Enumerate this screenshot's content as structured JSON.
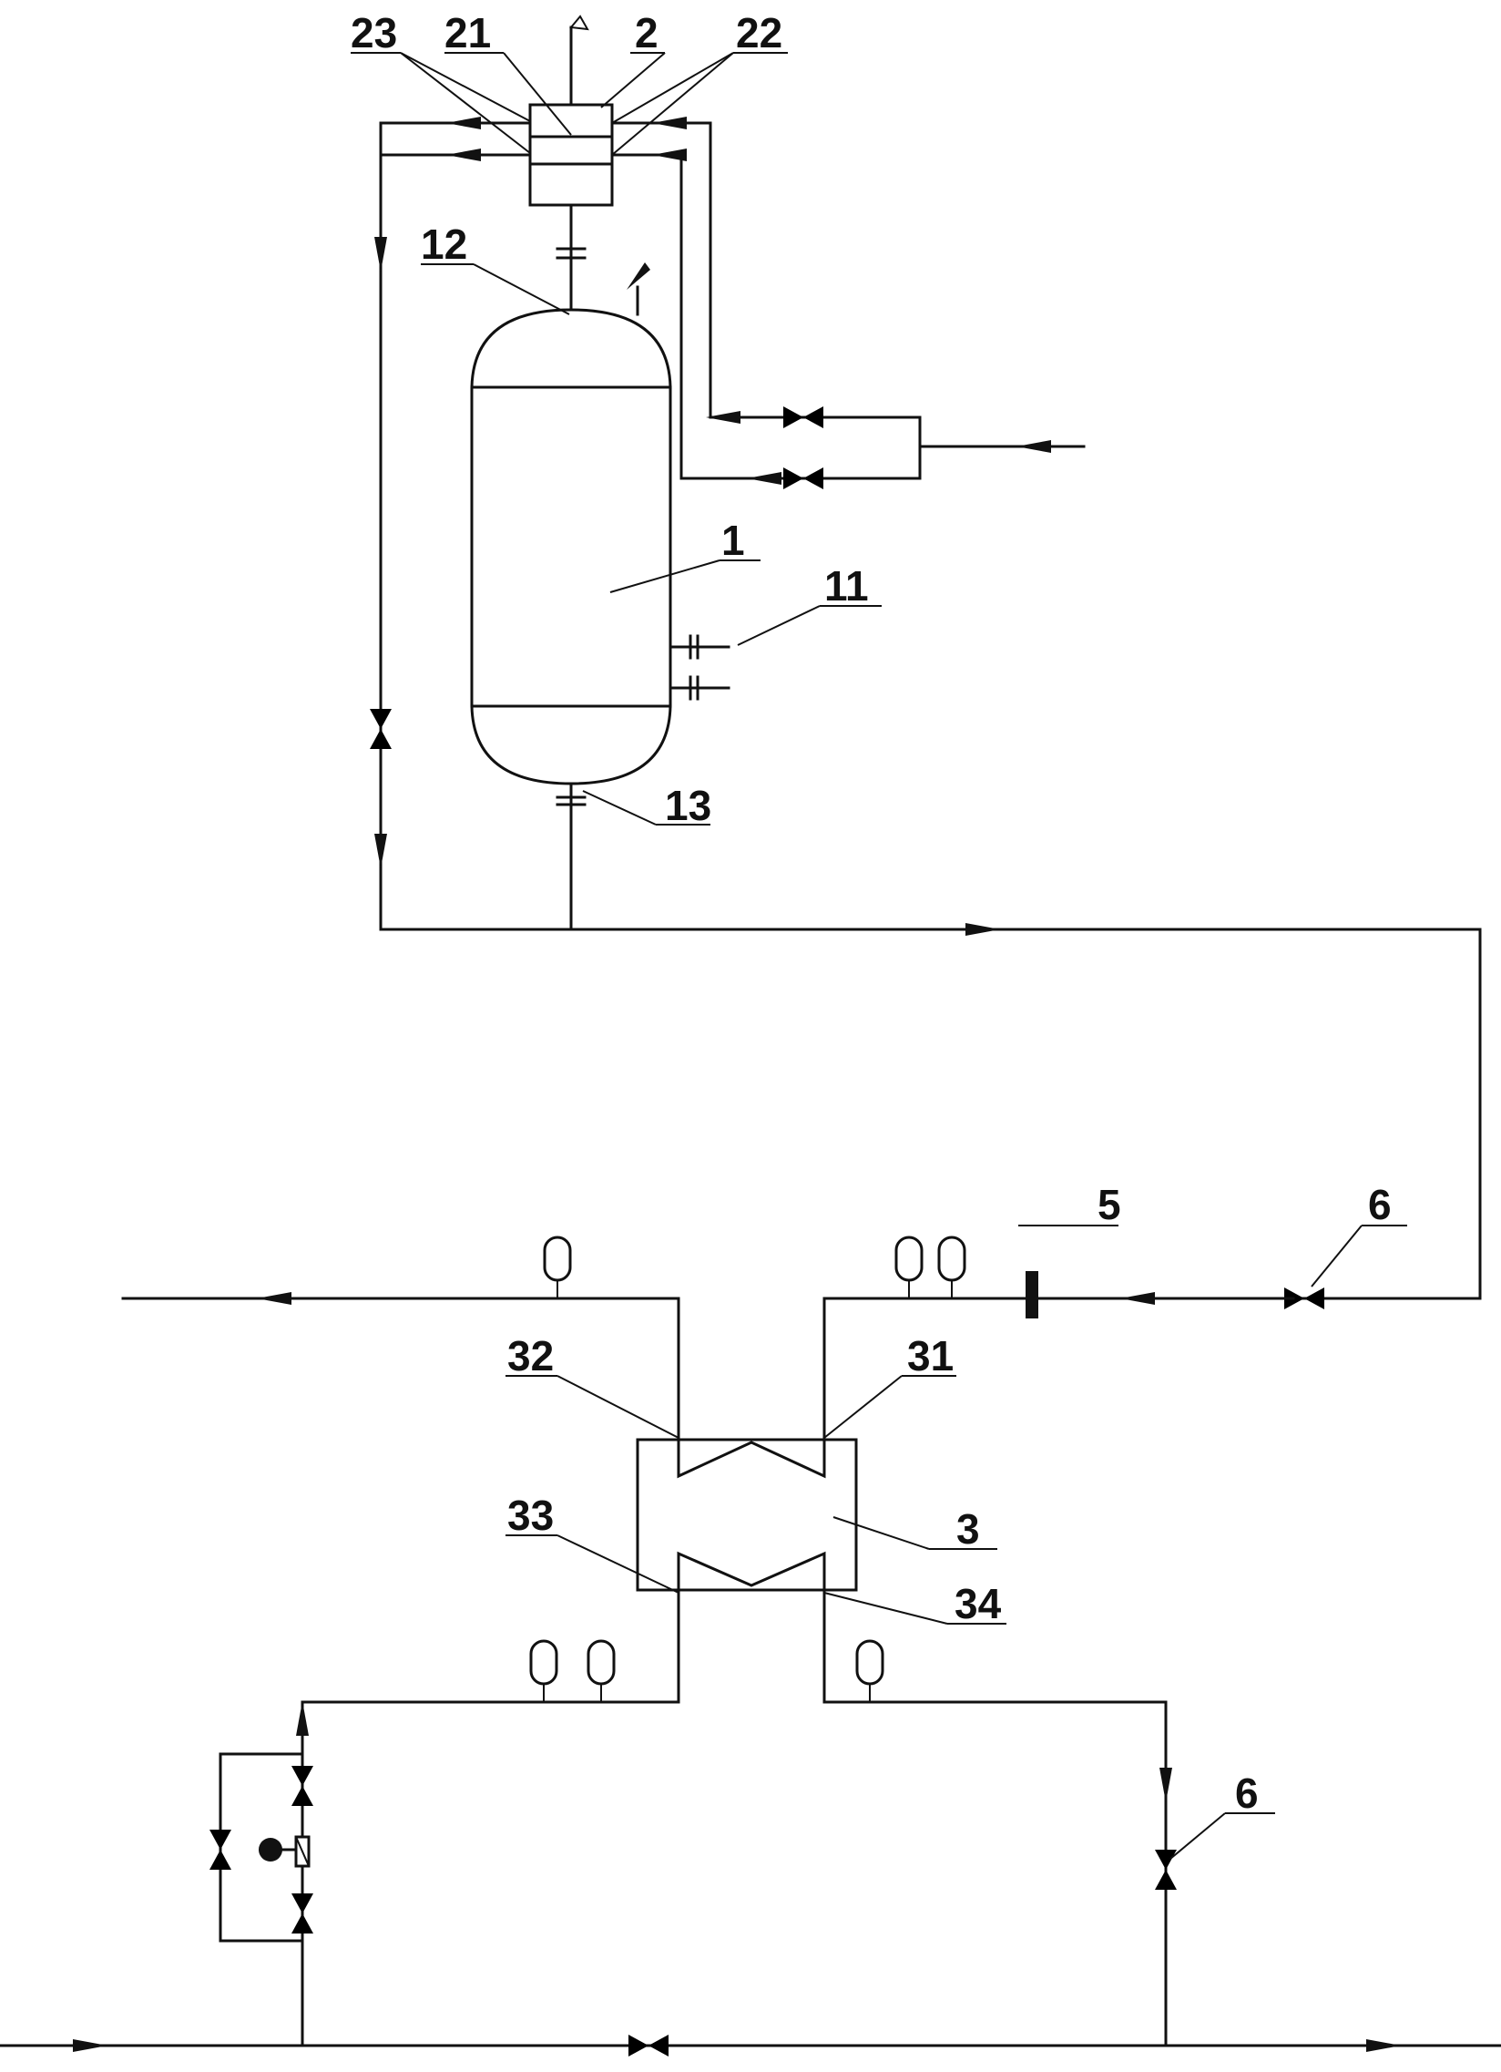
{
  "labels": {
    "l1": "1",
    "l2": "2",
    "l3": "3",
    "l5": "5",
    "l6a": "6",
    "l6b": "6",
    "l11": "11",
    "l12": "12",
    "l13": "13",
    "l21": "21",
    "l22": "22",
    "l23": "23",
    "l31": "31",
    "l32": "32",
    "l33": "33",
    "l34": "34"
  },
  "colors": {
    "line": "#111111",
    "background": "#ffffff"
  }
}
